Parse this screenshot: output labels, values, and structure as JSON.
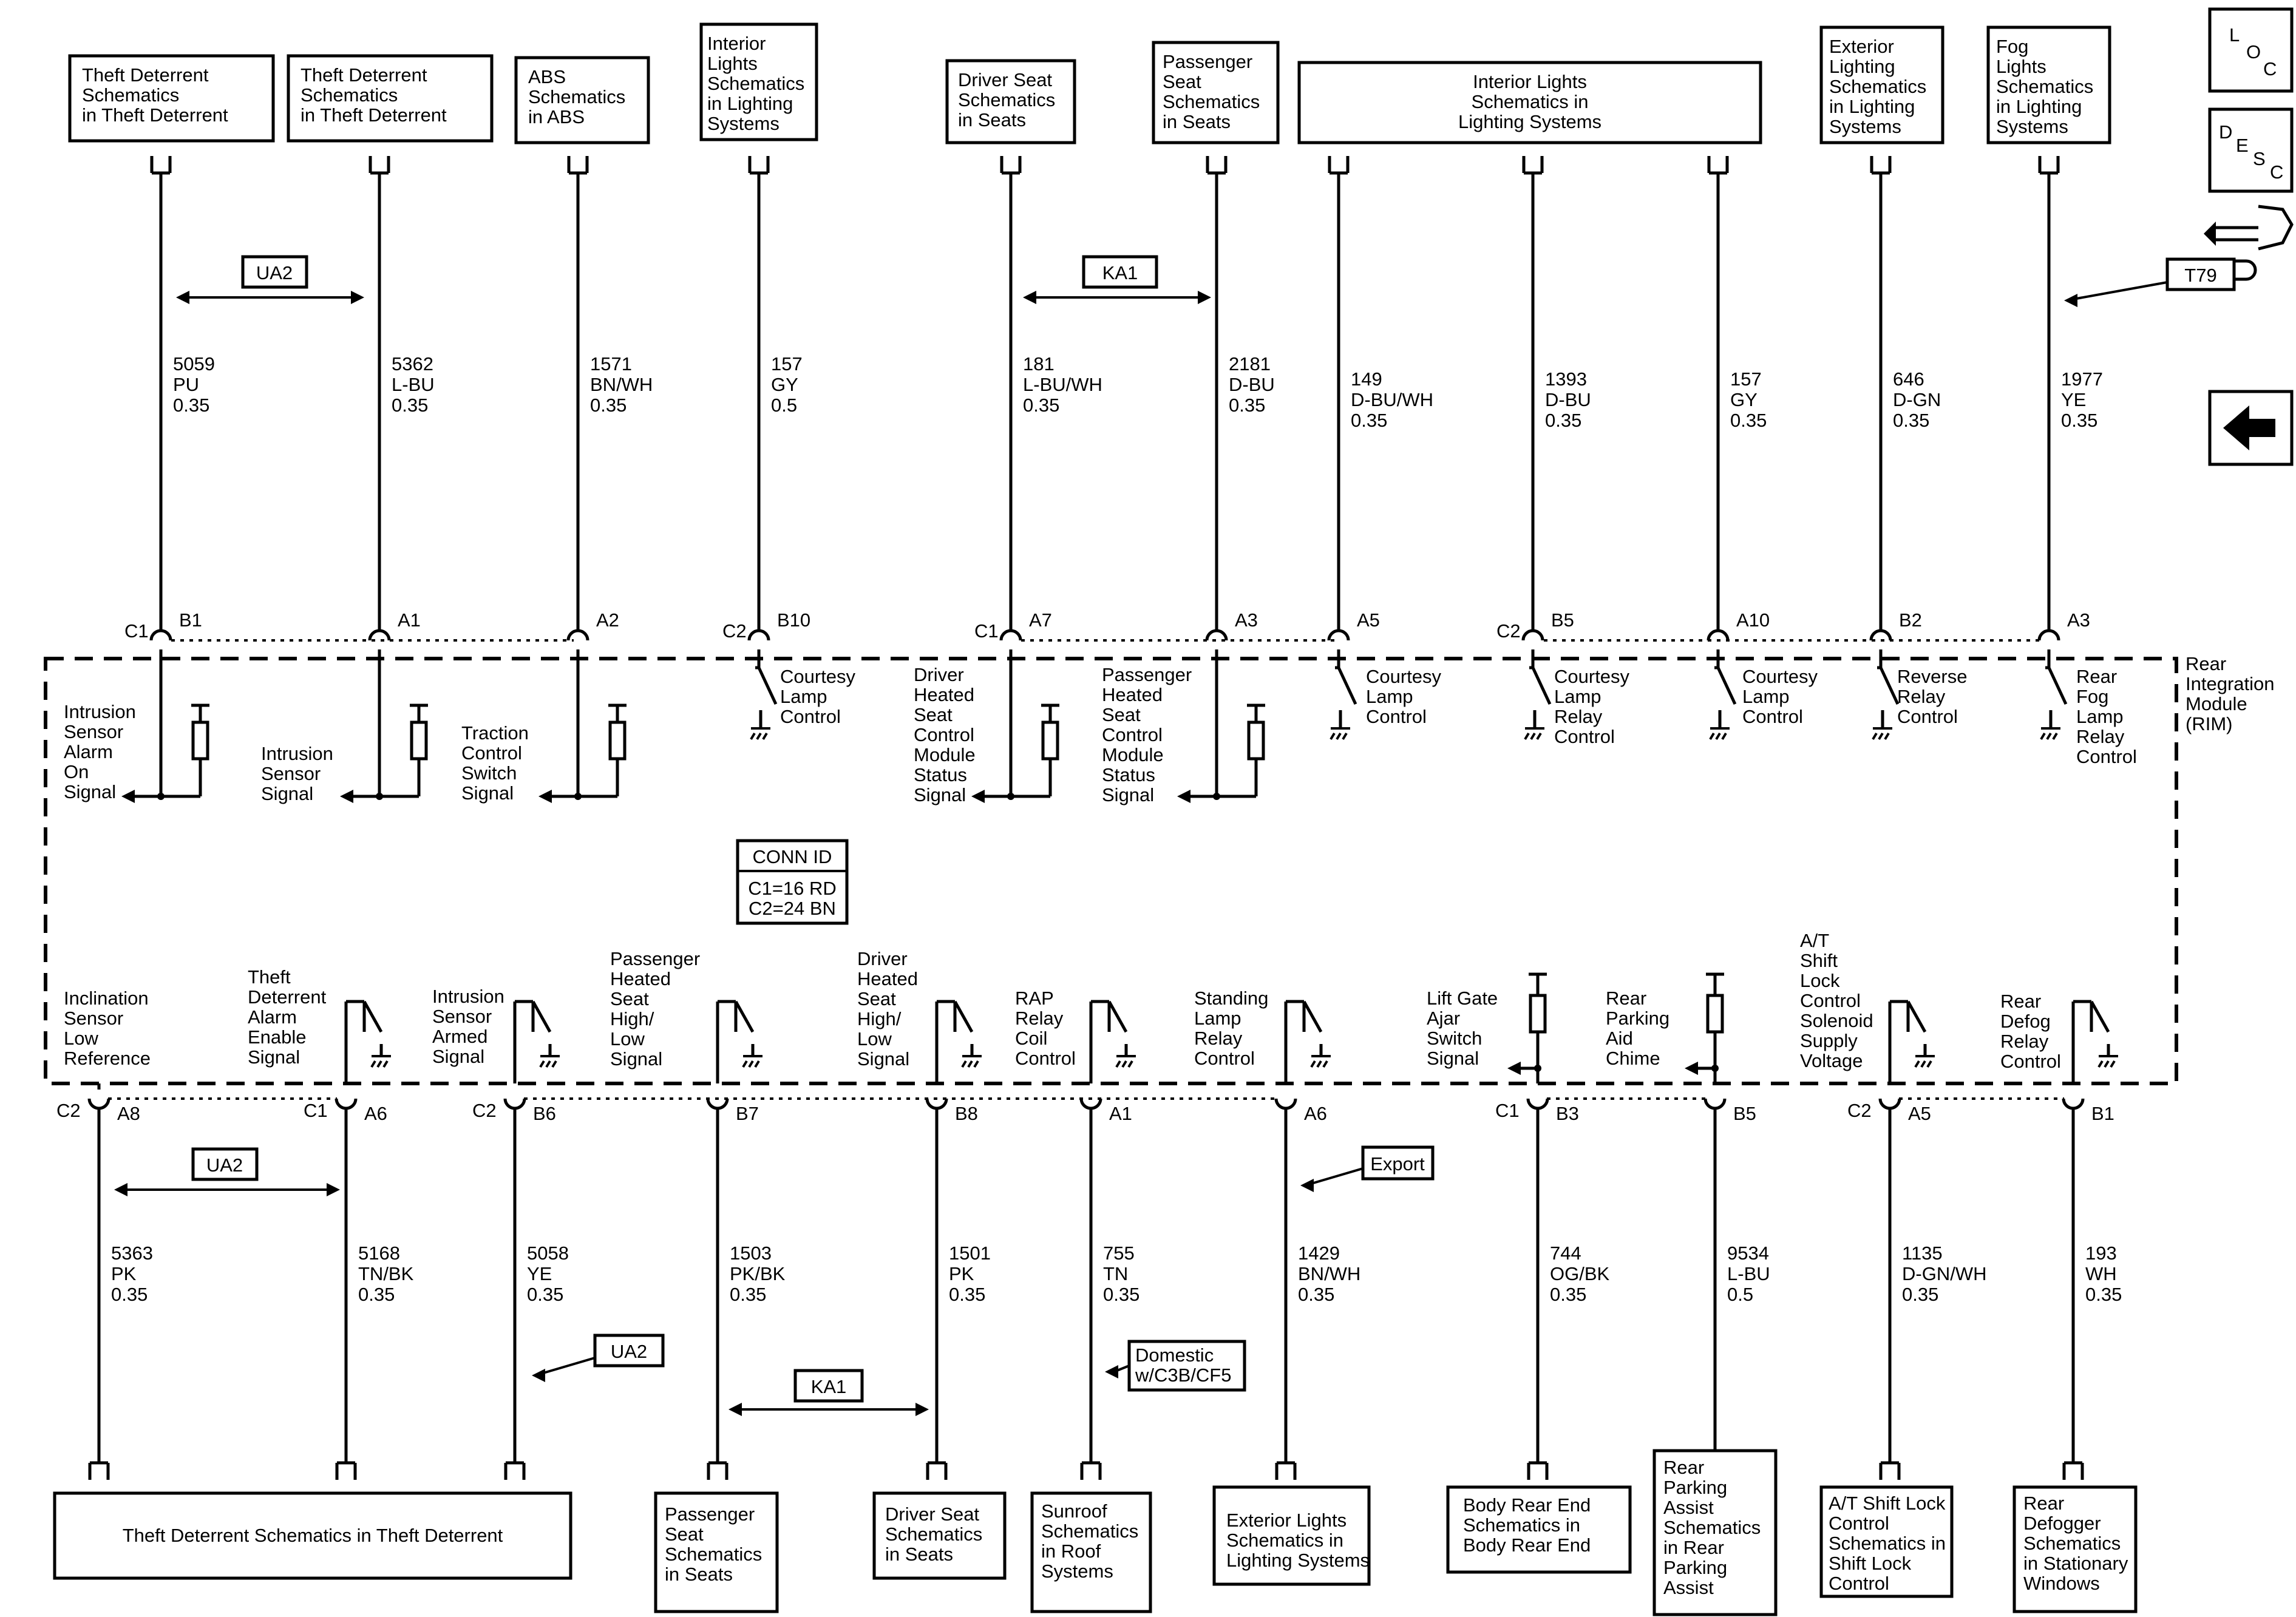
{
  "module": {
    "label": [
      "Rear",
      "Integration",
      "Module",
      "(RIM)"
    ]
  },
  "conn_id": {
    "title": "CONN ID",
    "lines": [
      "C1=16 RD",
      "C2=24 BN"
    ]
  },
  "nav": {
    "loc": {
      "l": "L",
      "o": "O",
      "c": "C"
    },
    "desc": {
      "d": "D",
      "e": "E",
      "s": "S",
      "c": "C"
    },
    "back": "back-arrow-icon"
  },
  "top_circuits": [
    {
      "dest": [
        "Theft Deterrent",
        "Schematics",
        "in Theft Deterrent"
      ],
      "conn": "C1",
      "pin": "B1",
      "circuit": "5059",
      "color": "PU",
      "gauge": "0.35",
      "signal": [
        "Intrusion",
        "Sensor",
        "Alarm",
        "On",
        "Signal"
      ],
      "type": "input"
    },
    {
      "dest": [
        "Theft Deterrent",
        "Schematics",
        "in Theft Deterrent"
      ],
      "conn": "",
      "pin": "A1",
      "circuit": "5362",
      "color": "L-BU",
      "gauge": "0.35",
      "signal": [
        "Intrusion",
        "Sensor",
        "Signal"
      ],
      "type": "input"
    },
    {
      "dest": [
        "ABS",
        "Schematics",
        "in ABS"
      ],
      "conn": "",
      "pin": "A2",
      "circuit": "1571",
      "color": "BN/WH",
      "gauge": "0.35",
      "signal": [
        "Traction",
        "Control",
        "Switch",
        "Signal"
      ],
      "type": "input"
    },
    {
      "dest": [
        "Interior",
        "Lights",
        "Schematics",
        "in Lighting",
        "Systems"
      ],
      "conn": "C2",
      "pin": "B10",
      "circuit": "157",
      "color": "GY",
      "gauge": "0.5",
      "signal": [
        "Courtesy",
        "Lamp",
        "Control"
      ],
      "type": "switch"
    },
    {
      "dest": [
        "Driver Seat",
        "Schematics",
        "in Seats"
      ],
      "conn": "C1",
      "pin": "A7",
      "circuit": "181",
      "color": "L-BU/WH",
      "gauge": "0.35",
      "signal": [
        "Driver",
        "Heated",
        "Seat",
        "Control",
        "Module",
        "Status",
        "Signal"
      ],
      "type": "input"
    },
    {
      "dest": [
        "Passenger",
        "Seat",
        "Schematics",
        "in Seats"
      ],
      "conn": "",
      "pin": "A3",
      "circuit": "2181",
      "color": "D-BU",
      "gauge": "0.35",
      "signal": [
        "Passenger",
        "Heated",
        "Seat",
        "Control",
        "Module",
        "Status",
        "Signal"
      ],
      "type": "input"
    },
    {
      "dest": [],
      "conn": "",
      "pin": "A5",
      "circuit": "149",
      "color": "D-BU/WH",
      "gauge": "0.35",
      "signal": [
        "Courtesy",
        "Lamp",
        "Control"
      ],
      "type": "switch"
    },
    {
      "dest": [],
      "conn": "C2",
      "pin": "B5",
      "circuit": "1393",
      "color": "D-BU",
      "gauge": "0.35",
      "signal": [
        "Courtesy",
        "Lamp",
        "Relay",
        "Control"
      ],
      "type": "switch"
    },
    {
      "dest": [],
      "conn": "",
      "pin": "A10",
      "circuit": "157",
      "color": "GY",
      "gauge": "0.35",
      "signal": [
        "Courtesy",
        "Lamp",
        "Control"
      ],
      "type": "switch"
    },
    {
      "dest": [
        "Exterior",
        "Lighting",
        "Schematics",
        "in Lighting",
        "Systems"
      ],
      "conn": "",
      "pin": "B2",
      "circuit": "646",
      "color": "D-GN",
      "gauge": "0.35",
      "signal": [
        "Reverse",
        "Relay",
        "Control"
      ],
      "type": "switch"
    },
    {
      "dest": [
        "Fog",
        "Lights",
        "Schematics",
        "in Lighting",
        "Systems"
      ],
      "conn": "",
      "pin": "A3",
      "circuit": "1977",
      "color": "YE",
      "gauge": "0.35",
      "signal": [
        "Rear",
        "Fog",
        "Lamp",
        "Relay",
        "Control"
      ],
      "type": "switch"
    }
  ],
  "top_shared_dest": [
    "Interior Lights",
    "Schematics in",
    "Lighting Systems"
  ],
  "top_options": {
    "ua2": "UA2",
    "ka1": "KA1",
    "t79": "T79"
  },
  "bottom_circuits": [
    {
      "conn": "C2",
      "pin": "A8",
      "circuit": "5363",
      "color": "PK",
      "gauge": "0.35",
      "signal": [
        "Inclination",
        "Sensor",
        "Low",
        "Reference"
      ],
      "type": "plain"
    },
    {
      "conn": "C1",
      "pin": "A6",
      "circuit": "5168",
      "color": "TN/BK",
      "gauge": "0.35",
      "signal": [
        "Theft",
        "Deterrent",
        "Alarm",
        "Enable",
        "Signal"
      ],
      "type": "switch"
    },
    {
      "conn": "C2",
      "pin": "B6",
      "circuit": "5058",
      "color": "YE",
      "gauge": "0.35",
      "signal": [
        "Intrusion",
        "Sensor",
        "Armed",
        "Signal"
      ],
      "type": "switch"
    },
    {
      "conn": "",
      "pin": "B7",
      "circuit": "1503",
      "color": "PK/BK",
      "gauge": "0.35",
      "signal": [
        "Passenger",
        "Heated",
        "Seat",
        "High/",
        "Low",
        "Signal"
      ],
      "type": "switch"
    },
    {
      "conn": "",
      "pin": "B8",
      "circuit": "1501",
      "color": "PK",
      "gauge": "0.35",
      "signal": [
        "Driver",
        "Heated",
        "Seat",
        "High/",
        "Low",
        "Signal"
      ],
      "type": "switch"
    },
    {
      "conn": "",
      "pin": "A1",
      "circuit": "755",
      "color": "TN",
      "gauge": "0.35",
      "signal": [
        "RAP",
        "Relay",
        "Coil",
        "Control"
      ],
      "type": "switch"
    },
    {
      "conn": "",
      "pin": "A6",
      "circuit": "1429",
      "color": "BN/WH",
      "gauge": "0.35",
      "signal": [
        "Standing",
        "Lamp",
        "Relay",
        "Control"
      ],
      "type": "switch"
    },
    {
      "conn": "C1",
      "pin": "B3",
      "circuit": "744",
      "color": "OG/BK",
      "gauge": "0.35",
      "signal": [
        "Lift Gate",
        "Ajar",
        "Switch",
        "Signal"
      ],
      "type": "input"
    },
    {
      "conn": "",
      "pin": "B5",
      "circuit": "9534",
      "color": "L-BU",
      "gauge": "0.5",
      "signal": [
        "Rear",
        "Parking",
        "Aid",
        "Chime"
      ],
      "type": "input"
    },
    {
      "conn": "C2",
      "pin": "A5",
      "circuit": "1135",
      "color": "D-GN/WH",
      "gauge": "0.35",
      "signal": [
        "A/T",
        "Shift",
        "Lock",
        "Control",
        "Solenoid",
        "Supply",
        "Voltage"
      ],
      "type": "switch"
    },
    {
      "conn": "",
      "pin": "B1",
      "circuit": "193",
      "color": "WH",
      "gauge": "0.35",
      "signal": [
        "Rear",
        "Defog",
        "Relay",
        "Control"
      ],
      "type": "switch"
    }
  ],
  "bottom_dests": [
    [
      "Theft Deterrent Schematics in Theft Deterrent"
    ],
    [
      "Passenger",
      "Seat",
      "Schematics",
      "in Seats"
    ],
    [
      "Driver Seat",
      "Schematics",
      "in Seats"
    ],
    [
      "Sunroof",
      "Schematics",
      "in Roof",
      "Systems"
    ],
    [
      "Exterior Lights",
      "Schematics in",
      "Lighting Systems"
    ],
    [
      "Body Rear End",
      "Schematics in",
      "Body Rear End"
    ],
    [
      "Rear",
      "Parking",
      "Assist",
      "Schematics",
      "in Rear",
      "Parking",
      "Assist"
    ],
    [
      "A/T Shift Lock",
      "Control",
      "Schematics in",
      "Shift Lock",
      "Control"
    ],
    [
      "Rear",
      "Defogger",
      "Schematics",
      "in Stationary",
      "Windows"
    ]
  ],
  "bottom_options": {
    "ua2_a": "UA2",
    "ua2_b": "UA2",
    "ka1": "KA1",
    "export": "Export",
    "domestic": [
      "Domestic",
      "w/C3B/CF5"
    ]
  }
}
